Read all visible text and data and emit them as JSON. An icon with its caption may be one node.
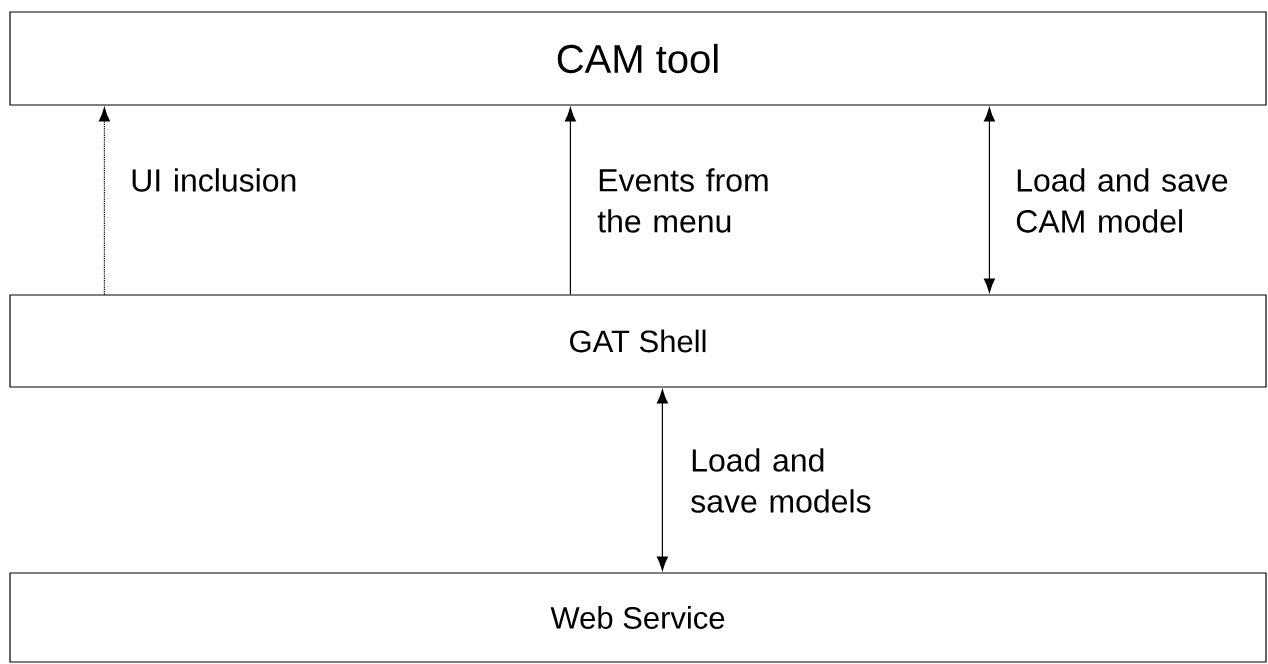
{
  "diagram": {
    "nodes": [
      {
        "text": [
          "CAM tool"
        ]
      },
      {
        "text": [
          "GAT Shell"
        ]
      },
      {
        "text": [
          "Web Service"
        ]
      }
    ],
    "edges": [
      {
        "from": 1,
        "to": 0,
        "arrow": "to",
        "label": "UI inclusion",
        "style": "dashed"
      },
      {
        "from": 1,
        "to": 0,
        "arrow": "to",
        "label": "Events from the menu"
      },
      {
        "from": 0,
        "to": 1,
        "arrow": "both",
        "label": "Load and save CAM model"
      },
      {
        "from": 1,
        "to": 2,
        "arrow": "both",
        "label": "Load and save models"
      }
    ]
  }
}
